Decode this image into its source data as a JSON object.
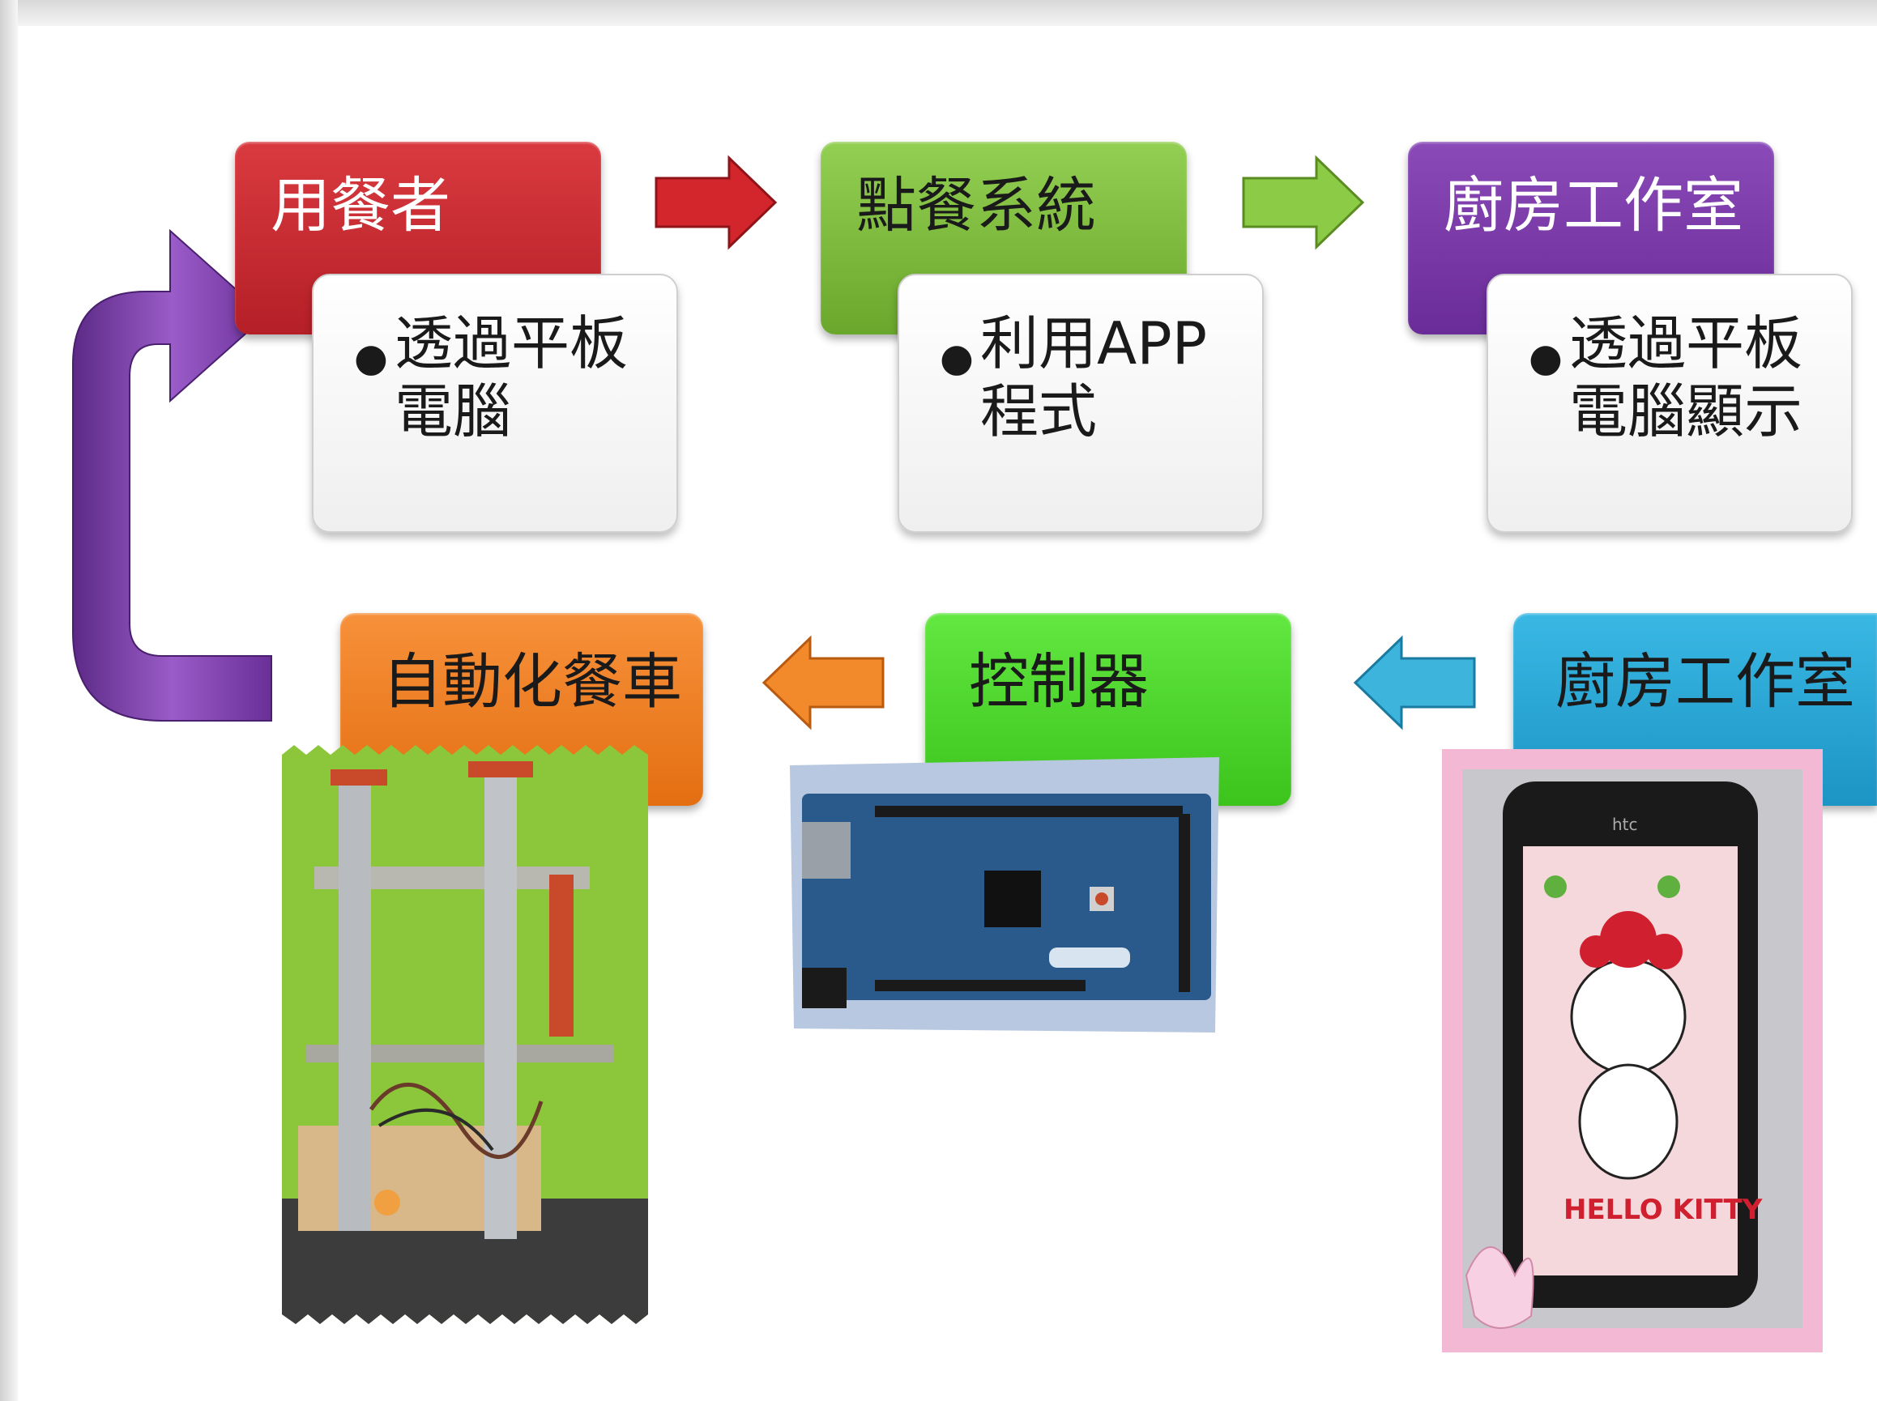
{
  "diagram": {
    "top_row": [
      {
        "title": "用餐者",
        "detail": "透過平板電腦"
      },
      {
        "title": "點餐系統",
        "detail": "利用APP程式"
      },
      {
        "title": "廚房工作室",
        "detail": "透過平板電腦顯示"
      }
    ],
    "bottom_row": [
      {
        "title": "自動化餐車"
      },
      {
        "title": "控制器"
      },
      {
        "title": "廚房工作室"
      }
    ],
    "photos": [
      "robot-food-cart-photo",
      "arduino-controller-board-photo",
      "smartphone-hello-kitty-photo"
    ],
    "phone_text": {
      "brand": "htc",
      "wallpaper_text": "HELLO KITTY"
    }
  },
  "colors": {
    "red": "#c8242c",
    "green": "#7cb83a",
    "purple": "#7a3aa8",
    "orange": "#ee7a1c",
    "bright_green": "#4cd92c",
    "cyan": "#2aa8d4"
  }
}
